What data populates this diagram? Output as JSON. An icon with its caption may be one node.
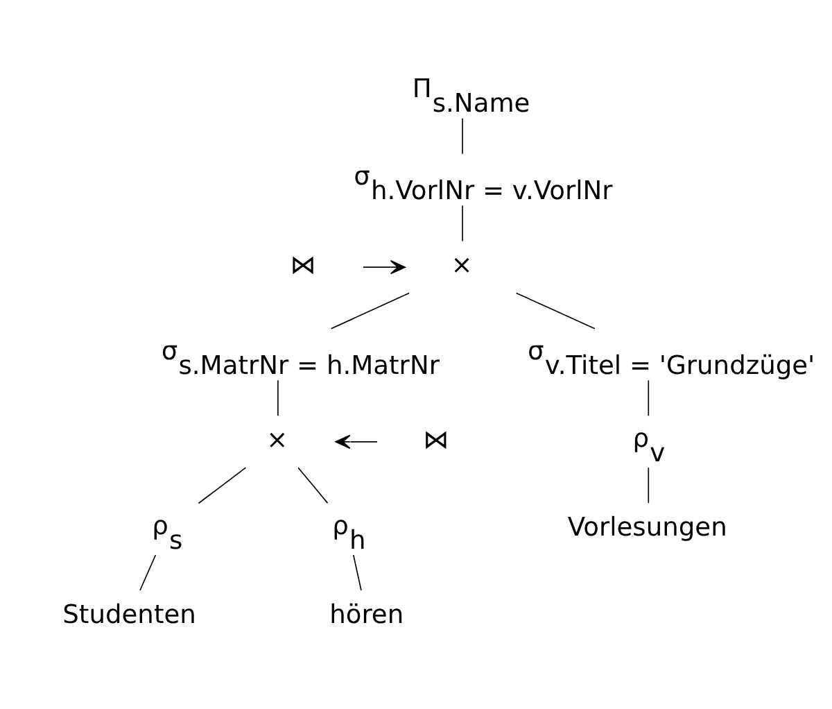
{
  "diagram": {
    "nodes": [
      {
        "text": [
          "Π$_{s.Name}$"
        ]
      },
      {
        "text": [
          "σ$_{h.VorlNr = v.VorlNr}$"
        ]
      },
      {
        "text": [
          "⋈"
        ]
      },
      {
        "text": [
          "×"
        ]
      },
      {
        "text": [
          "σ$_{s.MatrNr = h.MatrNr}$"
        ]
      },
      {
        "text": [
          "σ$_{v.Titel = 'Grundzüge'}$"
        ]
      },
      {
        "text": [
          "⋈"
        ]
      },
      {
        "text": [
          "×"
        ]
      },
      {
        "text": [
          "ρ$_{v}$"
        ]
      },
      {
        "text": [
          "ρ$_{s}$"
        ]
      },
      {
        "text": [
          "ρ$_{h}$"
        ]
      },
      {
        "text": [
          "Vorlesungen"
        ]
      },
      {
        "text": [
          "Studenten"
        ]
      },
      {
        "text": [
          "hören"
        ]
      }
    ],
    "edges": [
      {
        "from": 0,
        "to": 1,
        "arrow": "none"
      },
      {
        "from": 1,
        "to": 3,
        "arrow": "none"
      },
      {
        "from": 2,
        "to": 3,
        "arrow": "to"
      },
      {
        "from": 3,
        "to": 4,
        "arrow": "none"
      },
      {
        "from": 3,
        "to": 5,
        "arrow": "none"
      },
      {
        "from": 4,
        "to": 7,
        "arrow": "none"
      },
      {
        "from": 6,
        "to": 7,
        "arrow": "to"
      },
      {
        "from": 5,
        "to": 8,
        "arrow": "none"
      },
      {
        "from": 7,
        "to": 9,
        "arrow": "none"
      },
      {
        "from": 7,
        "to": 10,
        "arrow": "none"
      },
      {
        "from": 8,
        "to": 11,
        "arrow": "none"
      },
      {
        "from": 9,
        "to": 12,
        "arrow": "none"
      },
      {
        "from": 10,
        "to": 13,
        "arrow": "none"
      }
    ]
  }
}
